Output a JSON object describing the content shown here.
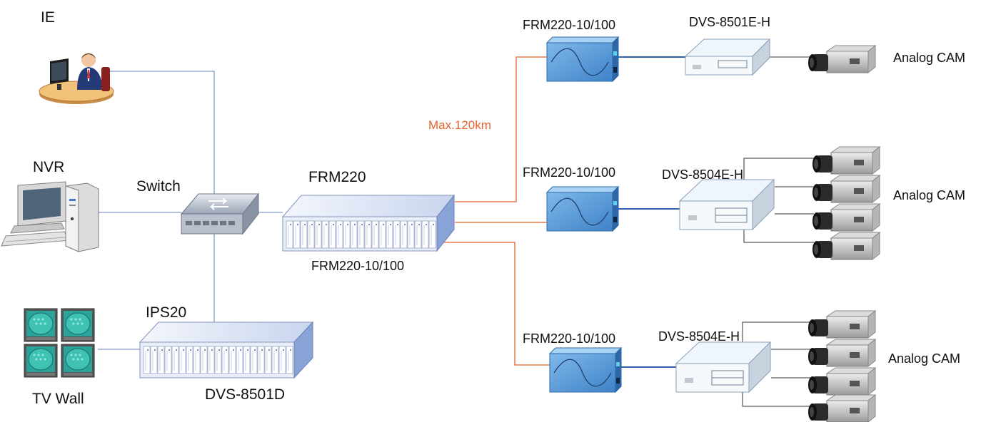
{
  "labels": {
    "ie": "IE",
    "nvr": "NVR",
    "switch": "Switch",
    "frm220": "FRM220",
    "frm220_module": "FRM220-10/100",
    "ips20": "IPS20",
    "tv_wall": "TV Wall",
    "dvs_8501d": "DVS-8501D",
    "max_distance": "Max.120km",
    "remote_top_converter": "FRM220-10/100",
    "remote_top_encoder": "DVS-8501E-H",
    "remote_top_cam": "Analog CAM",
    "remote_mid_converter": "FRM220-10/100",
    "remote_mid_encoder": "DVS-8504E-H",
    "remote_mid_cam": "Analog CAM",
    "remote_bot_converter": "FRM220-10/100",
    "remote_bot_encoder": "DVS-8504E-H",
    "remote_bot_cam": "Analog CAM"
  },
  "colors": {
    "copper_line": "#7f9fc7",
    "fiber_line": "#e8622a",
    "converter_blue": "#3d7fc6",
    "chassis_face": "#e9eef8",
    "chassis_side": "#8aa3d6"
  },
  "icons": {
    "operator": "operator-desk-icon",
    "nvr": "desktop-computer-icon",
    "switch": "network-switch-icon",
    "chassis": "rack-chassis-icon",
    "tv_monitor": "crt-monitor-icon",
    "converter": "media-converter-icon",
    "encoder": "video-encoder-icon",
    "camera": "box-camera-icon"
  }
}
